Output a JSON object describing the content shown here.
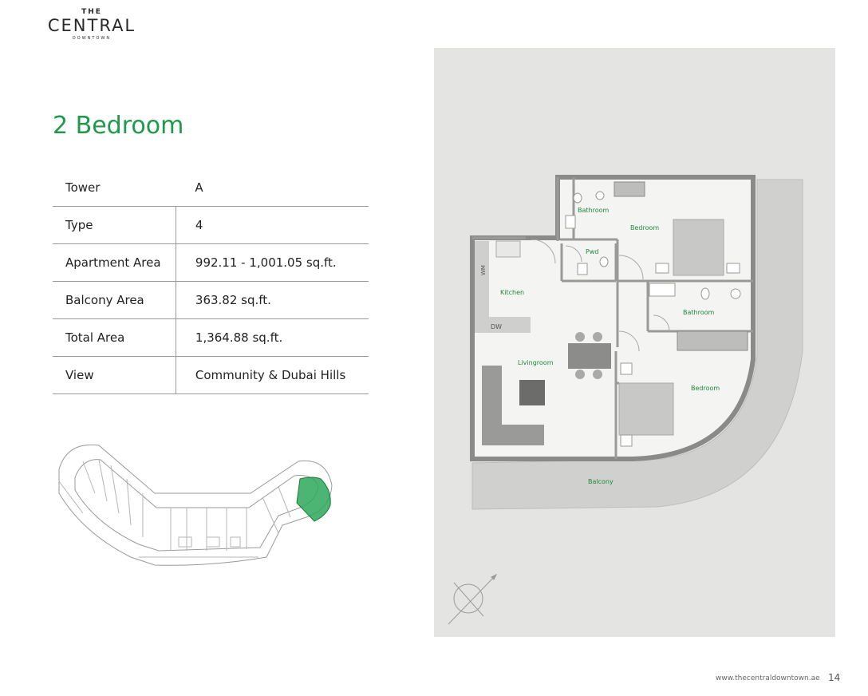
{
  "logo": {
    "top": "THE",
    "main": "CENTRAL",
    "sub": "DOWNTOWN"
  },
  "title": "2 Bedroom",
  "specs": [
    {
      "label": "Tower",
      "value": "A"
    },
    {
      "label": "Type",
      "value": "4"
    },
    {
      "label": "Apartment Area",
      "value": "992.11 - 1,001.05 sq.ft."
    },
    {
      "label": "Balcony Area",
      "value": "363.82 sq.ft."
    },
    {
      "label": "Total Area",
      "value": "1,364.88 sq.ft."
    },
    {
      "label": "View",
      "value": "Community & Dubai Hills"
    }
  ],
  "floorplan": {
    "rooms": {
      "bathroom1": "Bathroom",
      "bedroom1": "Bedroom",
      "pwd": "Pwd",
      "kitchen": "Kitchen",
      "bathroom2": "Bathroom",
      "livingroom": "Livingroom",
      "bedroom2": "Bedroom",
      "balcony": "Balcony",
      "wm": "WM",
      "dw": "DW"
    },
    "accent_color": "#1e9a4a"
  },
  "footer": {
    "url": "www.thecentraldowntown.ae",
    "page": "14"
  }
}
